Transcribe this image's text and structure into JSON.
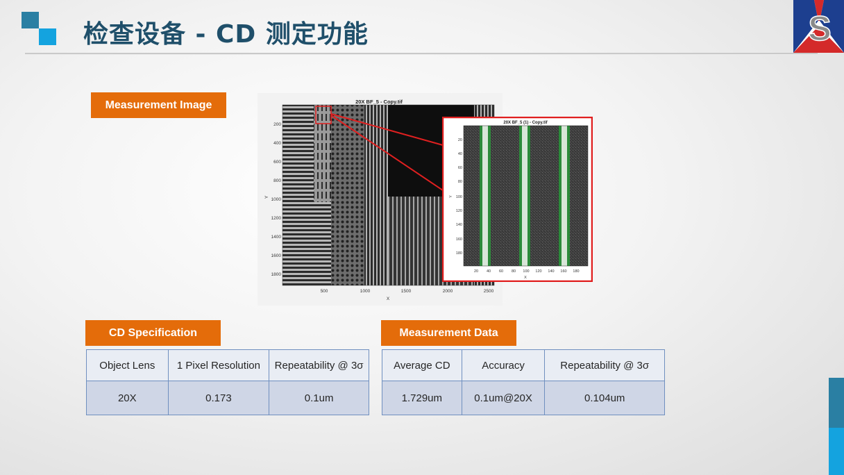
{
  "slide": {
    "title": "检查设备 - CD 测定功能",
    "accent_colors": {
      "dark_blue": "#2a7fa3",
      "light_blue": "#14a3df",
      "orange": "#e46c0a",
      "title": "#1f4f6a"
    }
  },
  "logo": {
    "letter": "S"
  },
  "measurement_image": {
    "label": "Measurement Image",
    "main_plot": {
      "title": "20X BF_5 - Copy.tif",
      "xlabel": "X",
      "ylabel": "Y",
      "xticks": [
        "500",
        "1000",
        "1500",
        "2000",
        "2500"
      ],
      "yticks": [
        "200",
        "400",
        "600",
        "800",
        "1000",
        "1200",
        "1400",
        "1600",
        "1800"
      ]
    },
    "inset_plot": {
      "title": "20X BF_5 (1) - Copy.tif",
      "xlabel": "X",
      "ylabel": "Y",
      "xticks": [
        "20",
        "40",
        "60",
        "80",
        "100",
        "120",
        "140",
        "160",
        "180"
      ],
      "yticks": [
        "20",
        "40",
        "60",
        "80",
        "100",
        "120",
        "140",
        "160",
        "180"
      ]
    }
  },
  "cd_specification": {
    "label": "CD Specification",
    "headers": [
      "Object Lens",
      "1 Pixel Resolution",
      "Repeatability @ 3σ"
    ],
    "values": [
      "20X",
      "0.173",
      "0.1um"
    ]
  },
  "measurement_data": {
    "label": "Measurement Data",
    "headers": [
      "Average CD",
      "Accuracy",
      "Repeatability @ 3σ"
    ],
    "values": [
      "1.729um",
      "0.1um@20X",
      "0.104um"
    ]
  }
}
